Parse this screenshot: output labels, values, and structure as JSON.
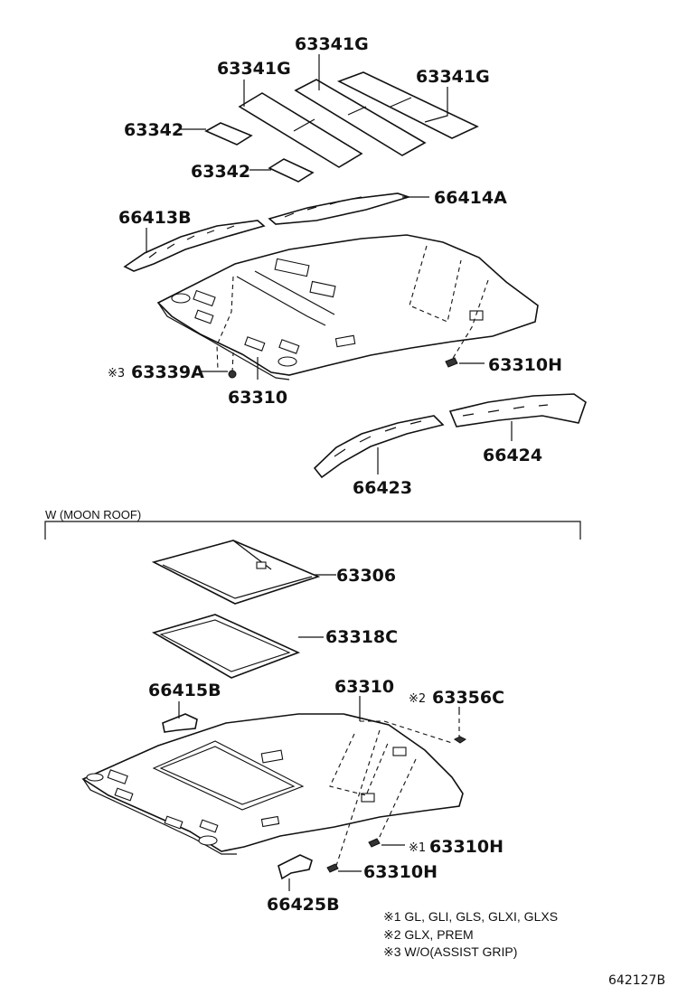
{
  "labels": {
    "p63341g_a": "63341G",
    "p63341g_b": "63341G",
    "p63341g_c": "63341G",
    "p63342_a": "63342",
    "p63342_b": "63342",
    "p66414a": "66414A",
    "p66413b": "66413B",
    "p63339a": "63339A",
    "p63310_top": "63310",
    "p63310h_top": "63310H",
    "p66424": "66424",
    "p66423": "66423",
    "p63306": "63306",
    "p63318c": "63318C",
    "p66415b": "66415B",
    "p63310_bottom": "63310",
    "p63356c": "63356C",
    "p63310h_mid": "63310H",
    "p63310h_low": "63310H",
    "p66425b": "66425B"
  },
  "marks": {
    "m1": "※1",
    "m2": "※2",
    "m3": "※3"
  },
  "section": {
    "moon_roof_title": "W (MOON ROOF)"
  },
  "notes": [
    "※1 GL, GLI, GLS, GLXI, GLXS",
    "※2 GLX, PREM",
    "※3 W/O(ASSIST GRIP)"
  ],
  "reference_code": "642127B"
}
